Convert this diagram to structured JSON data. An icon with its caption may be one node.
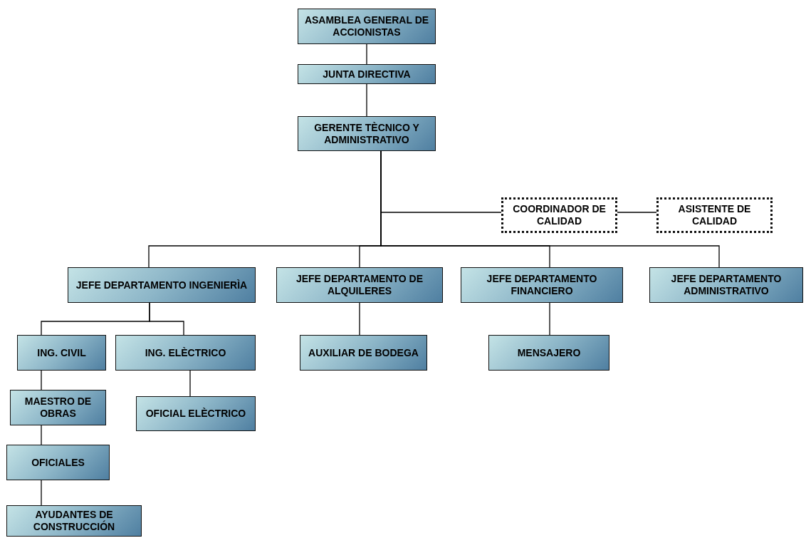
{
  "diagram": {
    "nodes": [
      {
        "text": [
          "ASAMBLEA GENERAL DE ACCIONISTAS"
        ]
      },
      {
        "text": [
          "JUNTA DIRECTIVA"
        ]
      },
      {
        "text": [
          "GERENTE TÈCNICO Y ADMINISTRATIVO"
        ]
      },
      {
        "text": [
          "COORDINADOR DE CALIDAD"
        ]
      },
      {
        "text": [
          "ASISTENTE DE CALIDAD"
        ]
      },
      {
        "text": [
          "JEFE DEPARTAMENTO INGENIERÌA"
        ]
      },
      {
        "text": [
          "JEFE DEPARTAMENTO DE ALQUILERES"
        ]
      },
      {
        "text": [
          "JEFE DEPARTAMENTO FINANCIERO"
        ]
      },
      {
        "text": [
          "JEFE DEPARTAMENTO ADMINISTRATIVO"
        ]
      },
      {
        "text": [
          "ING. CIVIL"
        ]
      },
      {
        "text": [
          "ING. ELÈCTRICO"
        ]
      },
      {
        "text": [
          "AUXILIAR DE BODEGA"
        ]
      },
      {
        "text": [
          "MENSAJERO"
        ]
      },
      {
        "text": [
          "MAESTRO DE OBRAS"
        ]
      },
      {
        "text": [
          "OFICIAL ELÈCTRICO"
        ]
      },
      {
        "text": [
          "OFICIALES"
        ]
      },
      {
        "text": [
          "AYUDANTES DE CONSTRUCCIÓN"
        ]
      }
    ],
    "edges": [
      {
        "from": 0,
        "to": 1,
        "arrow": "none"
      },
      {
        "from": 1,
        "to": 2,
        "arrow": "none"
      },
      {
        "from": 2,
        "to": 3,
        "arrow": "none"
      },
      {
        "from": 3,
        "to": 4,
        "arrow": "none"
      },
      {
        "from": 2,
        "to": 5,
        "arrow": "none"
      },
      {
        "from": 2,
        "to": 6,
        "arrow": "none"
      },
      {
        "from": 2,
        "to": 7,
        "arrow": "none"
      },
      {
        "from": 2,
        "to": 8,
        "arrow": "none"
      },
      {
        "from": 5,
        "to": 9,
        "arrow": "none"
      },
      {
        "from": 5,
        "to": 10,
        "arrow": "none"
      },
      {
        "from": 6,
        "to": 11,
        "arrow": "none"
      },
      {
        "from": 7,
        "to": 12,
        "arrow": "none"
      },
      {
        "from": 9,
        "to": 13,
        "arrow": "none"
      },
      {
        "from": 10,
        "to": 14,
        "arrow": "none"
      },
      {
        "from": 13,
        "to": 15,
        "arrow": "none"
      },
      {
        "from": 15,
        "to": 16,
        "arrow": "none"
      }
    ]
  }
}
